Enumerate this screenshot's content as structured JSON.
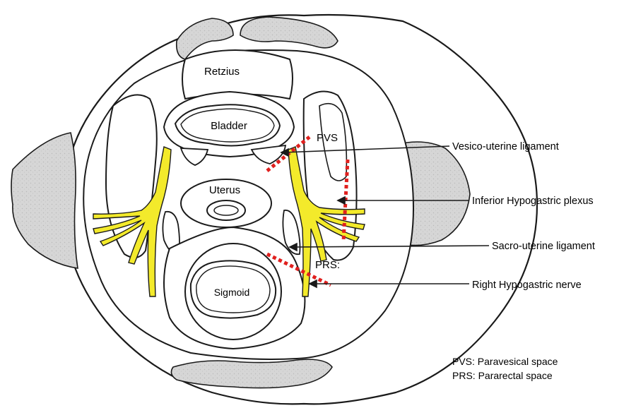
{
  "organs": {
    "retzius": "Retzius",
    "bladder": "Bladder",
    "uterus": "Uterus",
    "sigmoid": "Sigmoid"
  },
  "spaces": {
    "pvs": "PVS",
    "prs": "PRS:"
  },
  "annotations": {
    "vesico_uterine": "Vesico-uterine ligament",
    "inferior_hypogastric": "Inferior Hypogastric plexus",
    "sacro_uterine": "Sacro-uterine ligament",
    "right_hypogastric": "Right Hypogastric nerve"
  },
  "legend": {
    "pvs": "PVS: Paravesical space",
    "prs": "PRS: Pararectal space"
  },
  "colors": {
    "nerve": "#f3ea2b",
    "bone": "#d3d3d3",
    "dissection_line": "#e0201e",
    "outline": "#1a1a1a"
  }
}
